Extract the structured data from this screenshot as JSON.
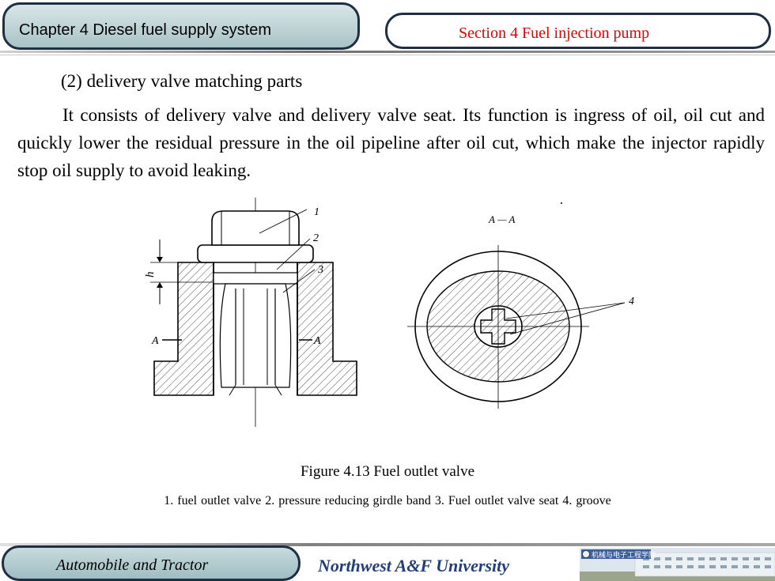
{
  "header": {
    "chapter_label": "Chapter 4  Diesel fuel supply system",
    "section_label": "Section 4   Fuel  injection pump"
  },
  "content": {
    "subheading": "(2)  delivery valve matching parts",
    "paragraph": "It consists of delivery valve and delivery valve seat. Its function is ingress of oil, oil cut and quickly lower the residual pressure in the oil pipeline after oil cut, which make the injector rapidly stop oil supply to avoid leaking."
  },
  "figure": {
    "labels": {
      "part1": "1",
      "part2": "2",
      "part3": "3",
      "part4": "4",
      "h": "h",
      "a_left": "A",
      "a_right": "A",
      "section": "A — A"
    },
    "caption": "Figure 4.13  Fuel outlet valve",
    "legend": "1. fuel outlet valve    2. pressure reducing girdle band    3. Fuel outlet valve seat    4. groove"
  },
  "footer": {
    "course_label": "Automobile and Tractor",
    "university": "Northwest  A&F  University",
    "college_sign": "机械与电子工程学院"
  },
  "colors": {
    "tab_border": "#1e2e44",
    "section_text": "#e60000",
    "university_text": "#1f3f7a"
  }
}
